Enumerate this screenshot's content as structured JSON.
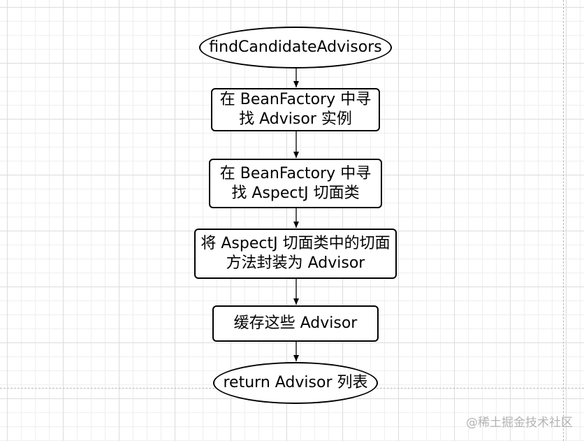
{
  "flowchart": {
    "nodes": [
      {
        "id": "start",
        "shape": "ellipse",
        "text": "findCandidateAdvisors"
      },
      {
        "id": "step1",
        "shape": "rect",
        "text": "在 BeanFactory 中寻找 Advisor 实例"
      },
      {
        "id": "step2",
        "shape": "rect",
        "text": "在 BeanFactory 中寻找 AspectJ 切面类"
      },
      {
        "id": "step3",
        "shape": "rect",
        "text": "将 AspectJ 切面类中的切面方法封装为 Advisor"
      },
      {
        "id": "step4",
        "shape": "rect",
        "text": "缓存这些 Advisor"
      },
      {
        "id": "end",
        "shape": "ellipse",
        "text": "return Advisor 列表"
      }
    ],
    "edges": [
      {
        "from": "start",
        "to": "step1"
      },
      {
        "from": "step1",
        "to": "step2"
      },
      {
        "from": "step2",
        "to": "step3"
      },
      {
        "from": "step3",
        "to": "step4"
      },
      {
        "from": "step4",
        "to": "end"
      }
    ]
  },
  "watermark": "@稀土掘金技术社区"
}
